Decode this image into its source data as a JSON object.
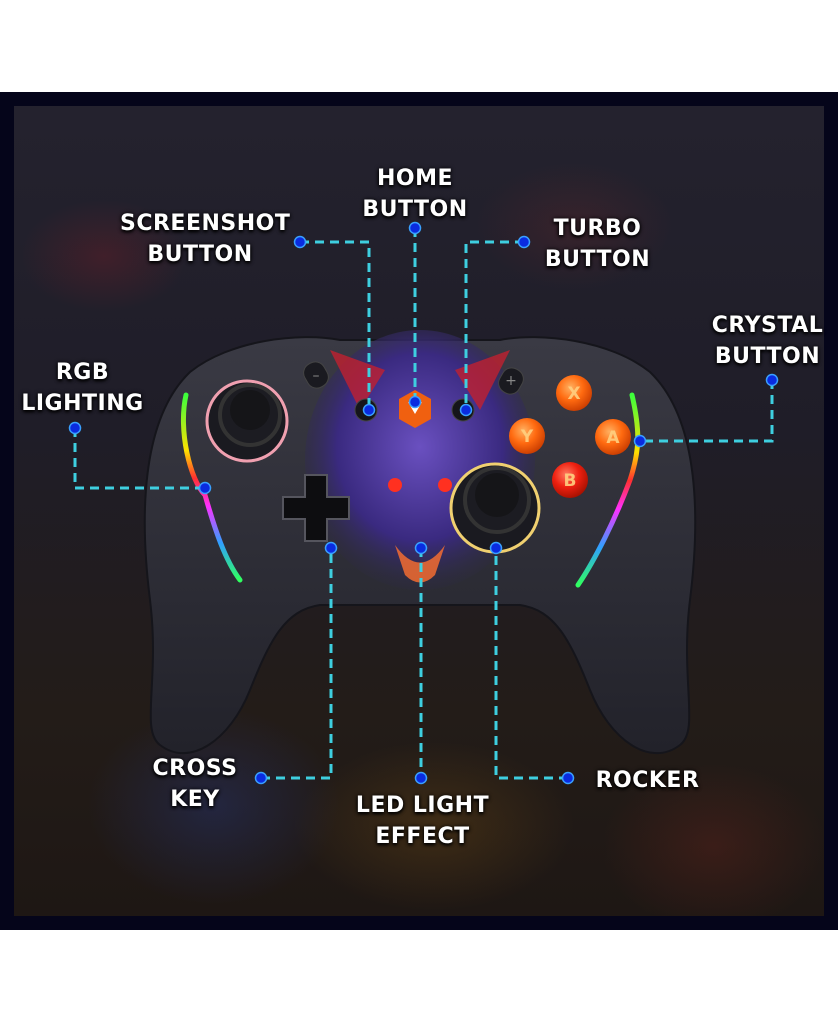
{
  "infographic": {
    "subject": "Wireless game controller with wolf design",
    "colors": {
      "panel_bg": "#05051a",
      "callout_line": "#3ecfe0",
      "callout_dot": "#0a2be0",
      "face_buttons": "#ff5a10",
      "controller_body": "#2a2a33"
    },
    "callouts": [
      {
        "id": "home",
        "label": "HOME\nBUTTON"
      },
      {
        "id": "screenshot",
        "label": "SCREENSHOT\nBUTTON"
      },
      {
        "id": "turbo",
        "label": "TURBO\nBUTTON"
      },
      {
        "id": "crystal",
        "label": "CRYSTAL\nBUTTON"
      },
      {
        "id": "rgb",
        "label": "RGB\nLIGHTING"
      },
      {
        "id": "cross",
        "label": "CROSS\nKEY"
      },
      {
        "id": "led",
        "label": "LED LIGHT\nEFFECT"
      },
      {
        "id": "rocker",
        "label": "ROCKER"
      }
    ],
    "controller": {
      "face_buttons": [
        "X",
        "Y",
        "A",
        "B"
      ],
      "small_buttons": [
        "-",
        "+"
      ]
    }
  }
}
